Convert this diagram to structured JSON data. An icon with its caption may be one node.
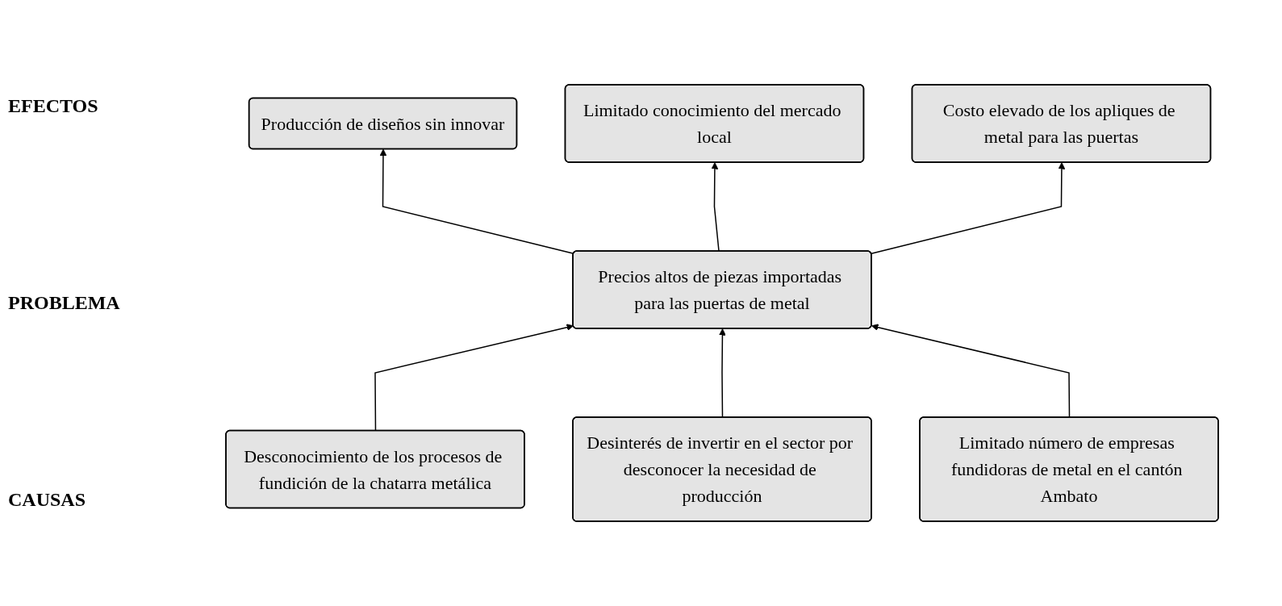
{
  "diagram": {
    "nodes": [
      {
        "text": [
          "Producción de diseños sin innovar"
        ]
      },
      {
        "text": [
          "Limitado conocimiento del mercado local"
        ]
      },
      {
        "text": [
          "Costo elevado de los apliques de metal para las puertas"
        ]
      },
      {
        "text": [
          "Precios altos de piezas importadas para las puertas de metal"
        ]
      },
      {
        "text": [
          "Desconocimiento de los procesos de fundición de la chatarra metálica"
        ]
      },
      {
        "text": [
          "Desinterés de invertir en el sector por desconocer la necesidad de producción"
        ]
      },
      {
        "text": [
          "Limitado número de empresas fundidoras de metal en el cantón Ambato"
        ]
      }
    ],
    "edges": [
      {
        "from": 3,
        "to": 0,
        "arrow": "to"
      },
      {
        "from": 3,
        "to": 1,
        "arrow": "to"
      },
      {
        "from": 3,
        "to": 2,
        "arrow": "to"
      },
      {
        "from": 4,
        "to": 3,
        "arrow": "to"
      },
      {
        "from": 5,
        "to": 3,
        "arrow": "to"
      },
      {
        "from": 6,
        "to": 3,
        "arrow": "to"
      }
    ],
    "labels": [
      "EFECTOS",
      "PROBLEMA",
      "CAUSAS"
    ]
  }
}
